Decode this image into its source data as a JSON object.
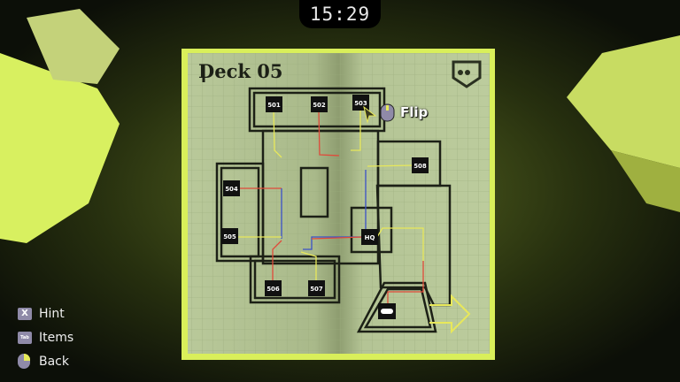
{
  "hud": {
    "clock": "15:29"
  },
  "map": {
    "title": "Deck 05",
    "rooms": [
      "501",
      "502",
      "503",
      "504",
      "505",
      "506",
      "507",
      "508",
      "HQ"
    ],
    "flip_label": "Flip",
    "colors": {
      "paper": "#b9c99a",
      "frame": "#d9ef5a",
      "wall": "#1c2016",
      "red": "#e04a3a",
      "yellow": "#e8e85a",
      "blue": "#3a50c8"
    }
  },
  "controls": [
    {
      "key": "X",
      "label": "Hint"
    },
    {
      "key": "Tab",
      "label": "Items"
    },
    {
      "key": "mouse-right",
      "label": "Back"
    }
  ]
}
